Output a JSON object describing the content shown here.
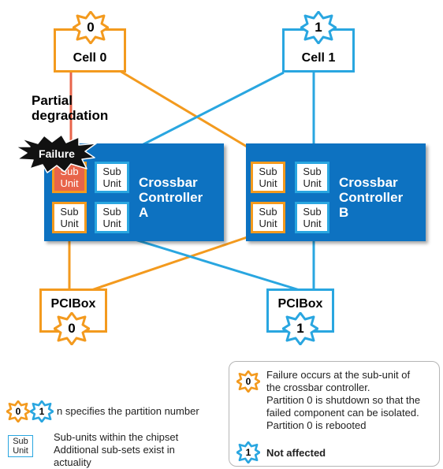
{
  "cells": [
    {
      "label": "Cell 0",
      "number": "0",
      "color": "#f39a1e"
    },
    {
      "label": "Cell 1",
      "number": "1",
      "color": "#29a6e0"
    }
  ],
  "annotation": {
    "line1": "Partial",
    "line2": "degradation"
  },
  "failure_label": "Failure",
  "crossbars": [
    {
      "line1": "Crossbar",
      "line2": "Controller",
      "line3": "A"
    },
    {
      "line1": "Crossbar",
      "line2": "Controller",
      "line3": "B"
    }
  ],
  "subunit": {
    "line1": "Sub",
    "line2": "Unit"
  },
  "pciboxes": [
    {
      "label": "PCIBox",
      "number": "0",
      "color": "#f39a1e"
    },
    {
      "label": "PCIBox",
      "number": "1",
      "color": "#29a6e0"
    }
  ],
  "legend": {
    "badge0": "0",
    "badge1": "1",
    "partition_text": "n specifies the partition number",
    "sub_line1": "Sub",
    "sub_line2": "Unit",
    "subunits_text1": "Sub-units within the chipset",
    "subunits_text2": "Additional sub-sets exist in",
    "subunits_text3": "actuality"
  },
  "panel": {
    "badge0": "0",
    "line1": "Failure occurs at the sub-unit of",
    "line2": "the crossbar controller.",
    "line3": "Partition 0 is shutdown so that the",
    "line4": "failed component can be isolated.",
    "line5": "Partition 0 is rebooted",
    "badge1": "1",
    "not_affected": "Not affected"
  },
  "colors": {
    "orange": "#f39a1e",
    "blue": "#29a6e0",
    "crossbar": "#0d72c1",
    "failed": "#e8644a",
    "degradation_line": "#e8644a"
  }
}
